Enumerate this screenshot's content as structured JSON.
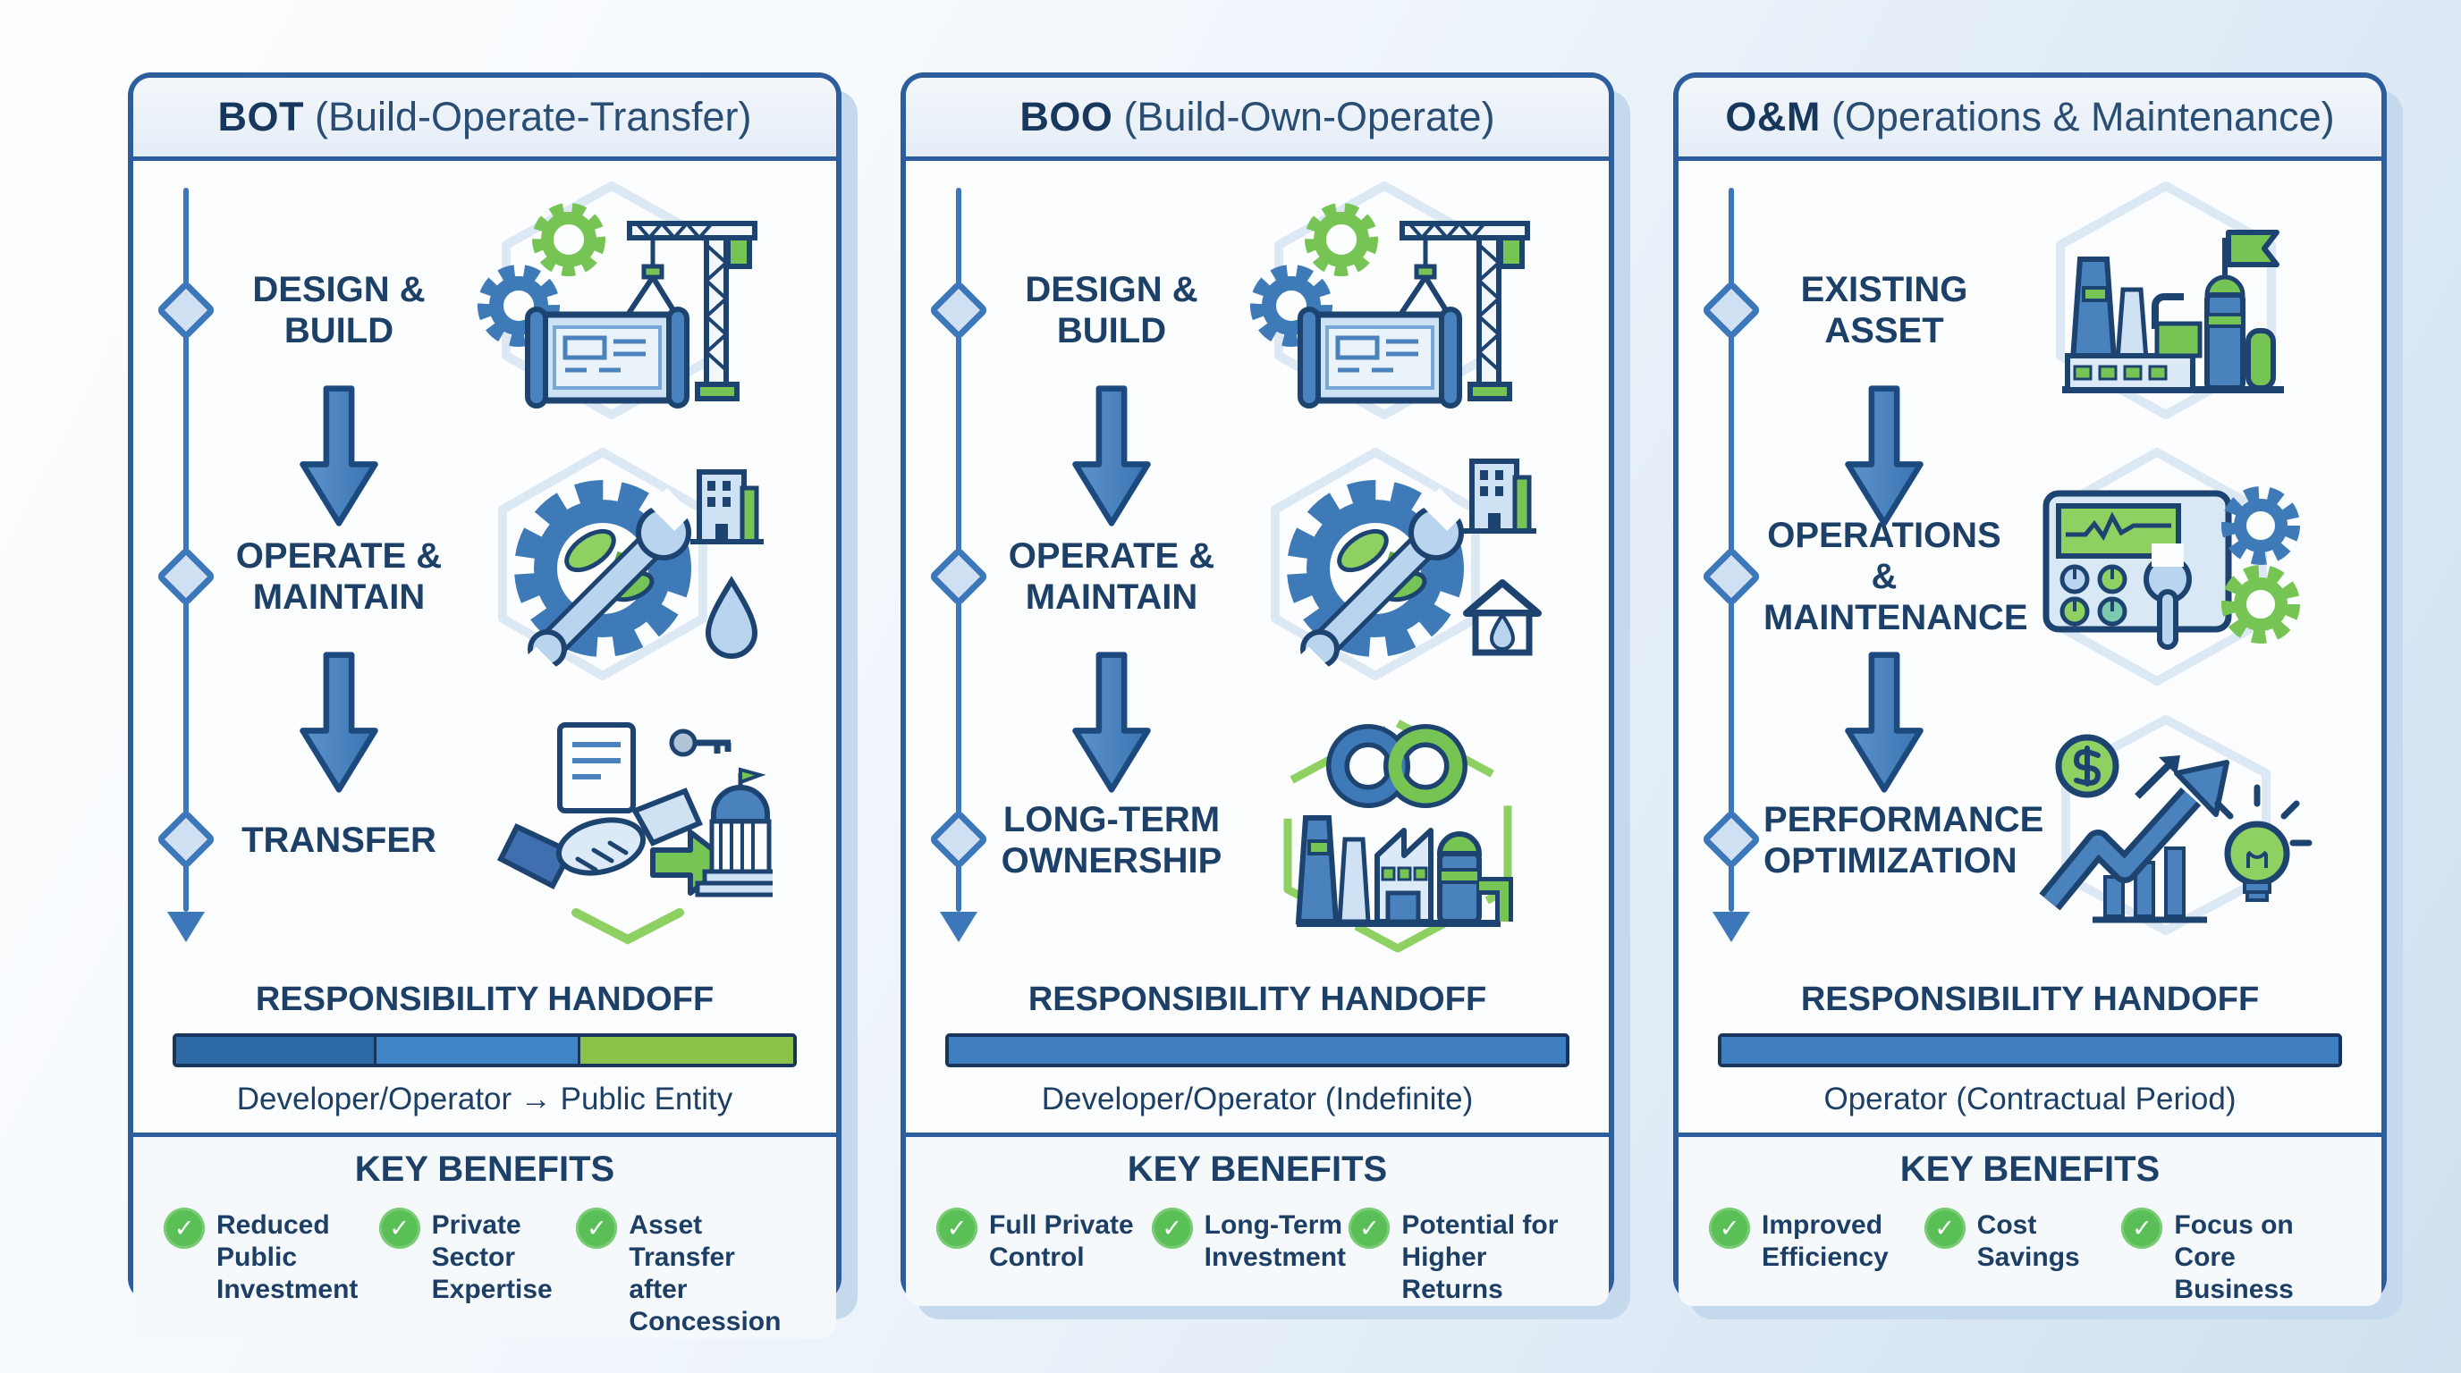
{
  "icons": {
    "check": "✓"
  },
  "colors": {
    "accent_blue": "#3f7ab8",
    "navy": "#1d3f66",
    "green": "#76c453",
    "bar_blue": "#3f7fbf"
  },
  "columns": [
    {
      "title_abbr": "BOT",
      "title_rest": "(Build-Operate-Transfer)",
      "steps": [
        {
          "line1": "DESIGN &",
          "line2": "BUILD",
          "icon": "construction-blueprint-crane-icon"
        },
        {
          "line1": "OPERATE &",
          "line2": "MAINTAIN",
          "icon": "gear-wrench-sustainability-icon"
        },
        {
          "line1": "TRANSFER",
          "line2": "",
          "icon": "handshake-government-transfer-icon"
        }
      ],
      "handoff": {
        "title": "RESPONSIBILITY HANDOFF",
        "segments": [
          {
            "color": "#2e6ba6",
            "width_pct": 32.5
          },
          {
            "color": "#3f84c4",
            "width_pct": 33
          },
          {
            "color": "#8bc34a",
            "width_pct": 34.5
          }
        ],
        "caption": "Developer/Operator → Public Entity"
      },
      "benefits": {
        "title": "KEY BENEFITS",
        "items": [
          {
            "line1": "Reduced Public",
            "line2": "Investment"
          },
          {
            "line1": "Private Sector",
            "line2": "Expertise"
          },
          {
            "line1": "Asset Transfer",
            "line2": "after Concession"
          }
        ]
      }
    },
    {
      "title_abbr": "BOO",
      "title_rest": "(Build-Own-Operate)",
      "steps": [
        {
          "line1": "DESIGN &",
          "line2": "BUILD",
          "icon": "construction-blueprint-crane-icon"
        },
        {
          "line1": "OPERATE &",
          "line2": "MAINTAIN",
          "icon": "gear-wrench-sustainability-icon"
        },
        {
          "line1": "LONG-TERM",
          "line2": "OWNERSHIP",
          "icon": "infinity-ownership-factory-icon"
        }
      ],
      "handoff": {
        "title": "RESPONSIBILITY HANDOFF",
        "segments": [
          {
            "color": "#3f7fbf",
            "width_pct": 100
          }
        ],
        "caption": "Developer/Operator (Indefinite)"
      },
      "benefits": {
        "title": "KEY BENEFITS",
        "items": [
          {
            "line1": "Full Private",
            "line2": "Control"
          },
          {
            "line1": "Long-Term",
            "line2": "Investment"
          },
          {
            "line1": "Potential for",
            "line2": "Higher Returns"
          }
        ]
      }
    },
    {
      "title_abbr": "O&M",
      "title_rest": "(Operations & Maintenance)",
      "steps": [
        {
          "line1": "EXISTING",
          "line2": "ASSET",
          "icon": "industrial-plant-flag-icon"
        },
        {
          "line1": "OPERATIONS &",
          "line2": "MAINTENANCE",
          "icon": "control-panel-gears-icon"
        },
        {
          "line1": "PERFORMANCE",
          "line2": "OPTIMIZATION",
          "icon": "growth-chart-lightbulb-icon"
        }
      ],
      "handoff": {
        "title": "RESPONSIBILITY HANDOFF",
        "segments": [
          {
            "color": "#3f7fbf",
            "width_pct": 100
          }
        ],
        "caption": "Operator (Contractual Period)"
      },
      "benefits": {
        "title": "KEY BENEFITS",
        "items": [
          {
            "line1": "Improved",
            "line2": "Efficiency"
          },
          {
            "line1": "Cost Savings",
            "line2": ""
          },
          {
            "line1": "Focus on",
            "line2": "Core Business"
          }
        ]
      }
    }
  ]
}
